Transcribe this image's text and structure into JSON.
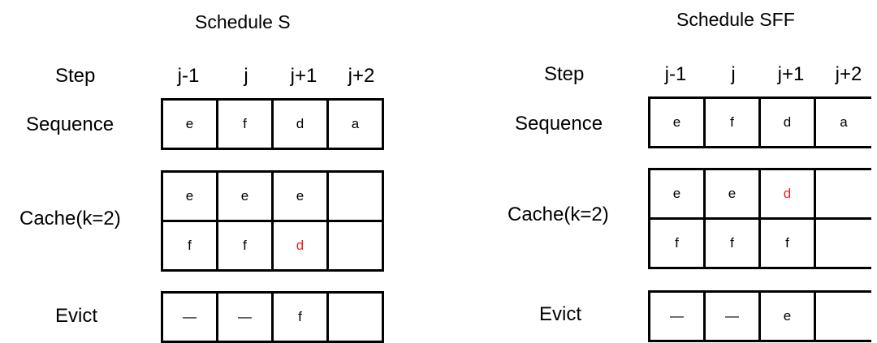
{
  "left": {
    "title": "Schedule S",
    "row_labels": {
      "step": "Step",
      "sequence": "Sequence",
      "cache": "Cache(k=2)",
      "evict": "Evict"
    },
    "steps": [
      "j-1",
      "j",
      "j+1",
      "j+2"
    ],
    "sequence": [
      "e",
      "f",
      "d",
      "a"
    ],
    "cache": [
      [
        "e",
        "e",
        "e",
        ""
      ],
      [
        "f",
        "f",
        "d",
        ""
      ]
    ],
    "evict": [
      "—",
      "—",
      "f",
      ""
    ]
  },
  "right": {
    "title": "Schedule SFF",
    "row_labels": {
      "step": "Step",
      "sequence": "Sequence",
      "cache": "Cache(k=2)",
      "evict": "Evict"
    },
    "steps": [
      "j-1",
      "j",
      "j+1",
      "j+2"
    ],
    "sequence": [
      "e",
      "f",
      "d",
      "a"
    ],
    "cache": [
      [
        "e",
        "e",
        "d",
        ""
      ],
      [
        "f",
        "f",
        "f",
        ""
      ]
    ],
    "evict": [
      "—",
      "—",
      "e",
      ""
    ]
  },
  "colors": {
    "highlight": "#e8231a",
    "line": "#000000"
  }
}
